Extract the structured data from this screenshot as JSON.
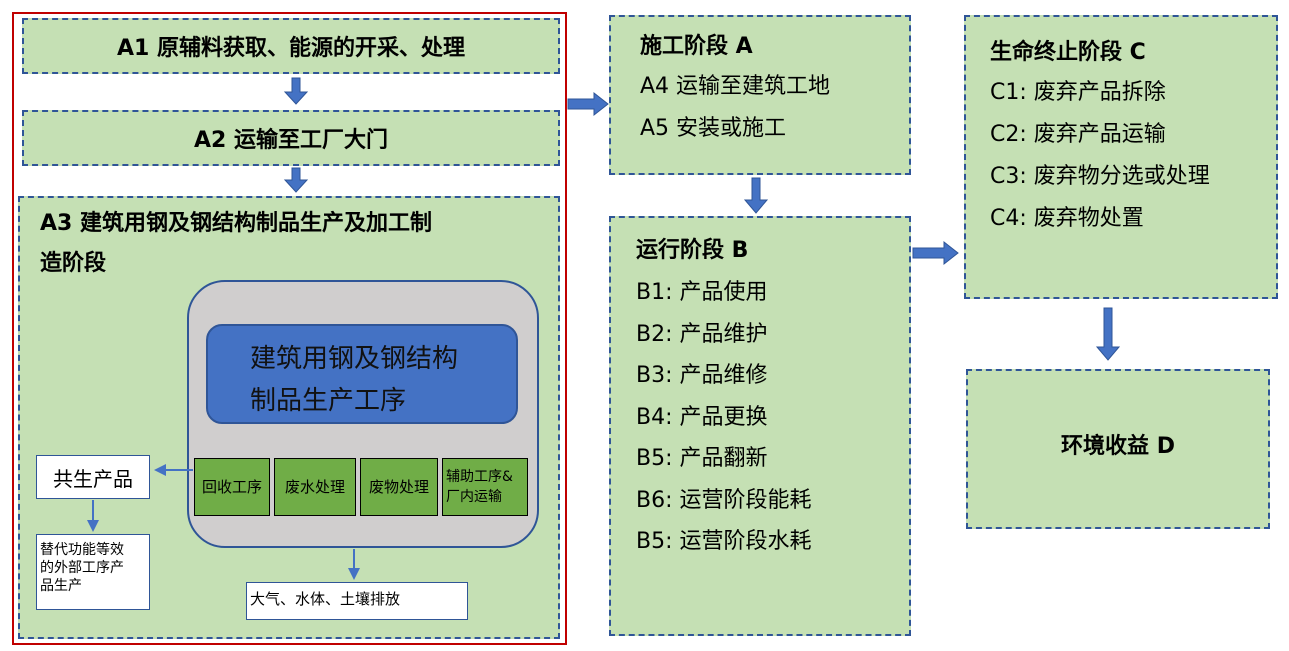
{
  "stage_a": {
    "a1": "A1 原辅料获取、能源的开采、处理",
    "a2": "A2 运输至工厂大门",
    "a3_line1": "A3  建筑用钢及钢结构制品生产及加工制",
    "a3_line2": "造阶段",
    "core_line1": "建筑用钢及钢结构",
    "core_line2": "制品生产工序",
    "sub_processes": [
      "回收工序",
      "废水处理",
      "废物处理",
      "辅助工序&",
      "厂内运输"
    ],
    "coproduct": "共生产品",
    "substitute_line1": "替代功能等效",
    "substitute_line2": "的外部工序产",
    "substitute_line3": "品生产",
    "emissions": "大气、水体、土壤排放"
  },
  "construction": {
    "title": "施工阶段 A",
    "items": [
      "A4 运输至建筑工地",
      "A5  安装或施工"
    ]
  },
  "operation": {
    "title": "运行阶段  B",
    "items": [
      "B1:  产品使用",
      "B2:  产品维护",
      "B3:  产品维修",
      "B4:  产品更换",
      "B5:  产品翻新",
      "B6:  运营阶段能耗",
      "B5:  运营阶段水耗"
    ]
  },
  "end_of_life": {
    "title": "生命终止阶段 C",
    "items": [
      "C1:  废弃产品拆除",
      "C2:  废弃产品运输",
      "C3: 废弃物分选或处理",
      "C4:  废弃物处置"
    ]
  },
  "benefit": {
    "title": "环境收益 D"
  },
  "colors": {
    "stage_fill": "#c5e0b4",
    "stage_border": "#2f5597",
    "frame_border": "#c00000",
    "core_fill": "#4472c4",
    "pill_fill": "#d0cece",
    "subprocess_fill": "#70ad47",
    "arrow": "#4472c4"
  }
}
